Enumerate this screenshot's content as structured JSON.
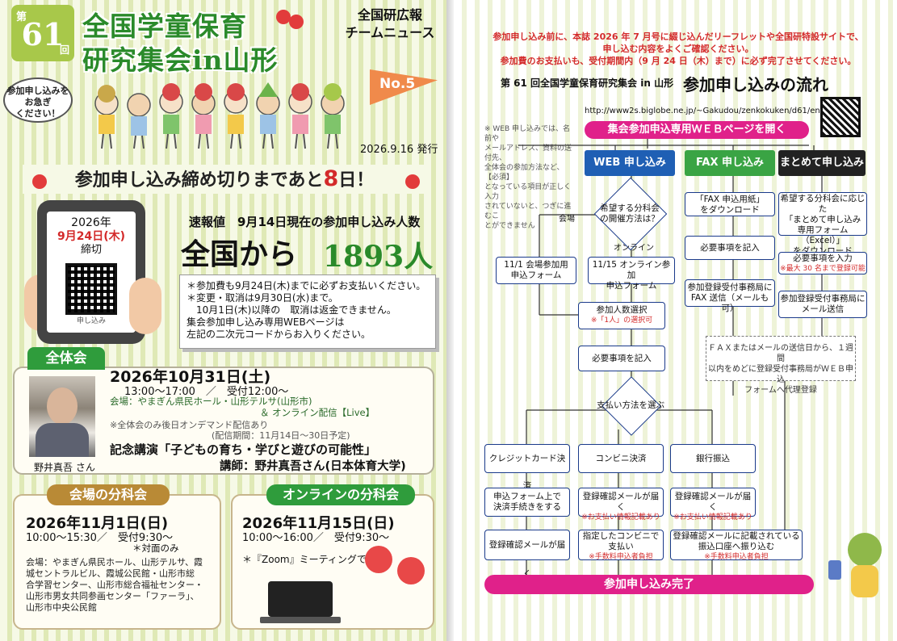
{
  "left": {
    "badge": {
      "pre": "第",
      "number": "61",
      "post": "回"
    },
    "title_line1": "全国学童保育",
    "title_line2": "研究集会in山形",
    "newsletter_line1": "全国研広報",
    "newsletter_line2": "チームニュース",
    "speech_line1": "参加申し込みを",
    "speech_line2": "お急ぎ",
    "speech_line3": "ください！",
    "issue_no": "No.5",
    "issue_date": "2026.9.16",
    "issue_suffix": "発行",
    "headline_pre": "参加申し込み締め切りまであと",
    "headline_days": "8",
    "headline_post": "日！",
    "phone_year": "2026年",
    "phone_date": "9月24日(木)",
    "phone_label": "締切",
    "phone_qr_label": "申し込み",
    "flash_label": "速報値　9月14日現在の参加申し込み人数",
    "nationwide": "全国から",
    "participant_count": "1893人",
    "notes": [
      "＊参加費も9月24日(木)までに必ずお支払いください。",
      "＊変更・取消は9月30日(水)まで。",
      "　10月1日(木)以降の　取消は返金できません。",
      "集会参加申し込み専用WEBページは",
      "左記の二次元コードからお入りください。"
    ],
    "plenary": {
      "pill": "全体会",
      "date": "2026年10月31日(土)",
      "time": "13:00〜17:00　／　受付12:00〜",
      "venue": "会場：やまぎん県民ホール・山形テルサ(山形市)",
      "online": "＆ オンライン配信【Live】",
      "ondemand": "※全体会のみ後日オンデマンド配信あり",
      "ondemand_period": "(配信期間：11月14日〜30日予定)",
      "lecture": "記念講演「子どもの育ち・学びと遊びの可能性」",
      "lecturer": "講師：野井真吾さん(日本体育大学)",
      "photo_caption": "野井真吾 さん"
    },
    "venue_sessions": {
      "pill": "会場の分科会",
      "date": "2026年11月1日(日)",
      "time": "10:00〜15:30／　受付9:30〜",
      "note": "＊対面のみ",
      "venues": [
        "会場：やまぎん県民ホール、山形テルサ、霞",
        "城セントラルビル、霞城公民館・山形市総",
        "合学習センター、山形市総合福祉センター・",
        "山形市男女共同参画センター「ファーラ」、",
        "山形市中央公民館"
      ]
    },
    "online_sessions": {
      "pill": "オンラインの分科会",
      "date": "2026年11月15日(日)",
      "time": "10:00〜16:00／　受付9:30〜",
      "note": "＊『Zoom』ミーティングで実施"
    }
  },
  "right": {
    "notice_line1": "参加申し込み前に、本誌 2026 年 7 月号に綴じ込んだリーフレットや全国研特設サイトで、",
    "notice_line2": "申し込む内容をよくご確認ください。",
    "notice_line3": "参加費のお支払いも、受付期間内（9 月 24 日（木）まで）に必ず完了させてください。",
    "subtitle": "第 61 回全国学童保育研究集会 in 山形",
    "title": "参加申し込みの流れ",
    "url": "http://www2s.biglobe.ne.jp/~Gakudou/zenkokuken/d61/entry/",
    "side_note": [
      "※ WEB 申し込みでは、名前や",
      "メールアドレス、資料の送付先、",
      "全体会の参加方法など、【必須】",
      "となっている項目が正しく入力",
      "されていないと、つぎに進むこ",
      "とができません"
    ],
    "open_page": "集会参加申込専用ＷＥＢページを開く",
    "col_web": "WEB 申し込み",
    "col_fax": "FAX 申し込み",
    "col_bulk": "まとめて申し込み",
    "q_method_1": "希望する分科会",
    "q_method_2": "の開催方法は？",
    "lbl_venue": "会場",
    "lbl_online": "オンライン",
    "form_venue_1": "11/1 会場参加用",
    "form_venue_2": "申込フォーム",
    "form_online_1": "11/15 オンライン参加",
    "form_online_2": "申込フォーム",
    "select_count": "参加人数選択",
    "select_count_note": "※「1人」の選択可",
    "fill_required": "必要事項を記入",
    "q_payment": "支払い方法を選ぶ",
    "pay_card": "クレジットカード決済",
    "pay_conv": "コンビニ決済",
    "pay_bank": "銀行振込",
    "card_step_1": "申込フォーム上で",
    "card_step_2": "決済手続きをする",
    "conv_step_1": "登録確認メールが届く",
    "conv_step_note": "※お支払い情報記載あり",
    "bank_step_1": "登録確認メールが届く",
    "bank_step_note": "※お支払い情報記載あり",
    "card_step2": "登録確認メールが届く",
    "conv_step2_1": "指定したコンビニで",
    "conv_step2_2": "支払い",
    "conv_step2_note": "※手数料申込者負担",
    "bank_step2_1": "登録確認メールに記載されている",
    "bank_step2_2": "振込口座へ振り込む",
    "bank_step2_note": "※手数料申込者負担",
    "fax_1a": "「FAX 申込用紙」",
    "fax_1b": "をダウンロード",
    "fax_2": "必要事項を記入",
    "fax_3a": "参加登録受付事務局に",
    "fax_3b": "FAX 送信（メールも可）",
    "bulk_1a": "希望する分科会に応じた",
    "bulk_1b": "「まとめて申し込み",
    "bulk_1c": "専用フォーム（Excel）」",
    "bulk_1d": "をダウンロード",
    "bulk_2": "必要事項を入力",
    "bulk_2_note": "※最大 30 名まで登録可能",
    "bulk_3a": "参加登録受付事務局に",
    "bulk_3b": "メール送信",
    "dashed_1": "ＦＡＸまたはメールの送信日から、１週間",
    "dashed_2": "以内をめどに登録受付事務局がＷＥＢ申込",
    "dashed_3": "フォームへ代理登録",
    "complete": "参加申し込み完了"
  },
  "colors": {
    "green": "#2f9c3c",
    "title_green": "#2a8a2a",
    "magenta": "#e0218a",
    "web_blue": "#1f5fb4",
    "fax_green": "#3aa444",
    "bulk_black": "#222222",
    "red": "#d32a2a"
  }
}
